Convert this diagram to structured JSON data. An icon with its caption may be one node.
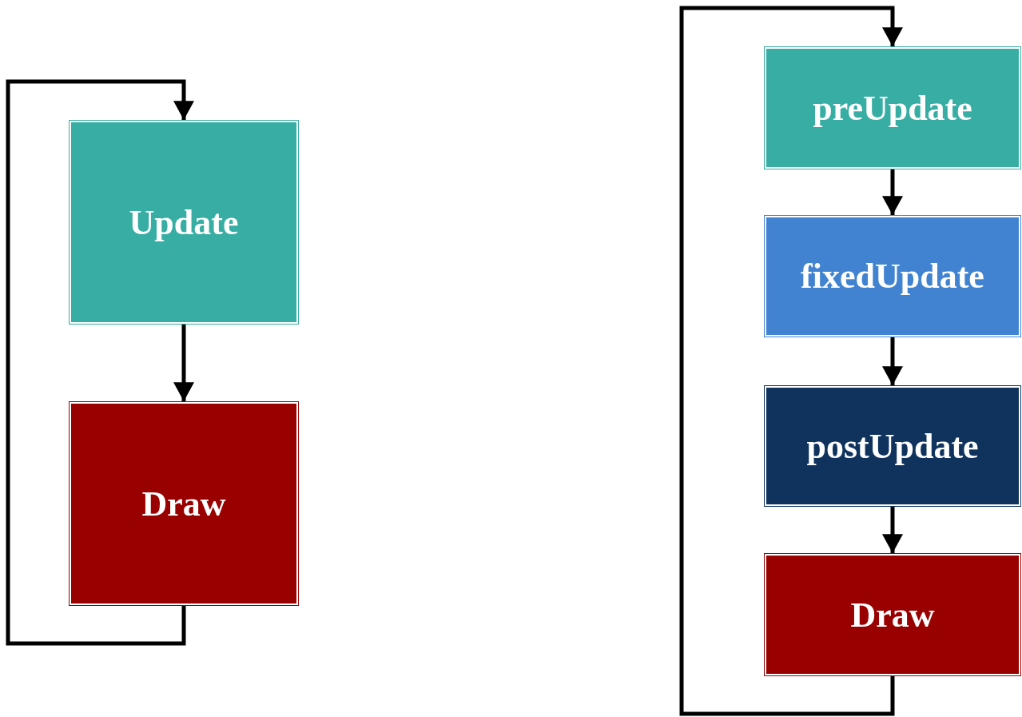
{
  "diagram": {
    "nodes": [
      {
        "text": [
          "Update"
        ]
      },
      {
        "text": [
          "Draw"
        ]
      },
      {
        "text": [
          "preUpdate"
        ]
      },
      {
        "text": [
          "fixedUpdate"
        ]
      },
      {
        "text": [
          "postUpdate"
        ]
      },
      {
        "text": [
          "Draw"
        ]
      }
    ],
    "edges": [
      {
        "from": 0,
        "to": 1,
        "arrow": "to"
      },
      {
        "from": 1,
        "to": 0,
        "arrow": "to"
      },
      {
        "from": 2,
        "to": 3,
        "arrow": "to"
      },
      {
        "from": 3,
        "to": 4,
        "arrow": "to"
      },
      {
        "from": 4,
        "to": 5,
        "arrow": "to"
      },
      {
        "from": 5,
        "to": 2,
        "arrow": "to"
      }
    ]
  }
}
